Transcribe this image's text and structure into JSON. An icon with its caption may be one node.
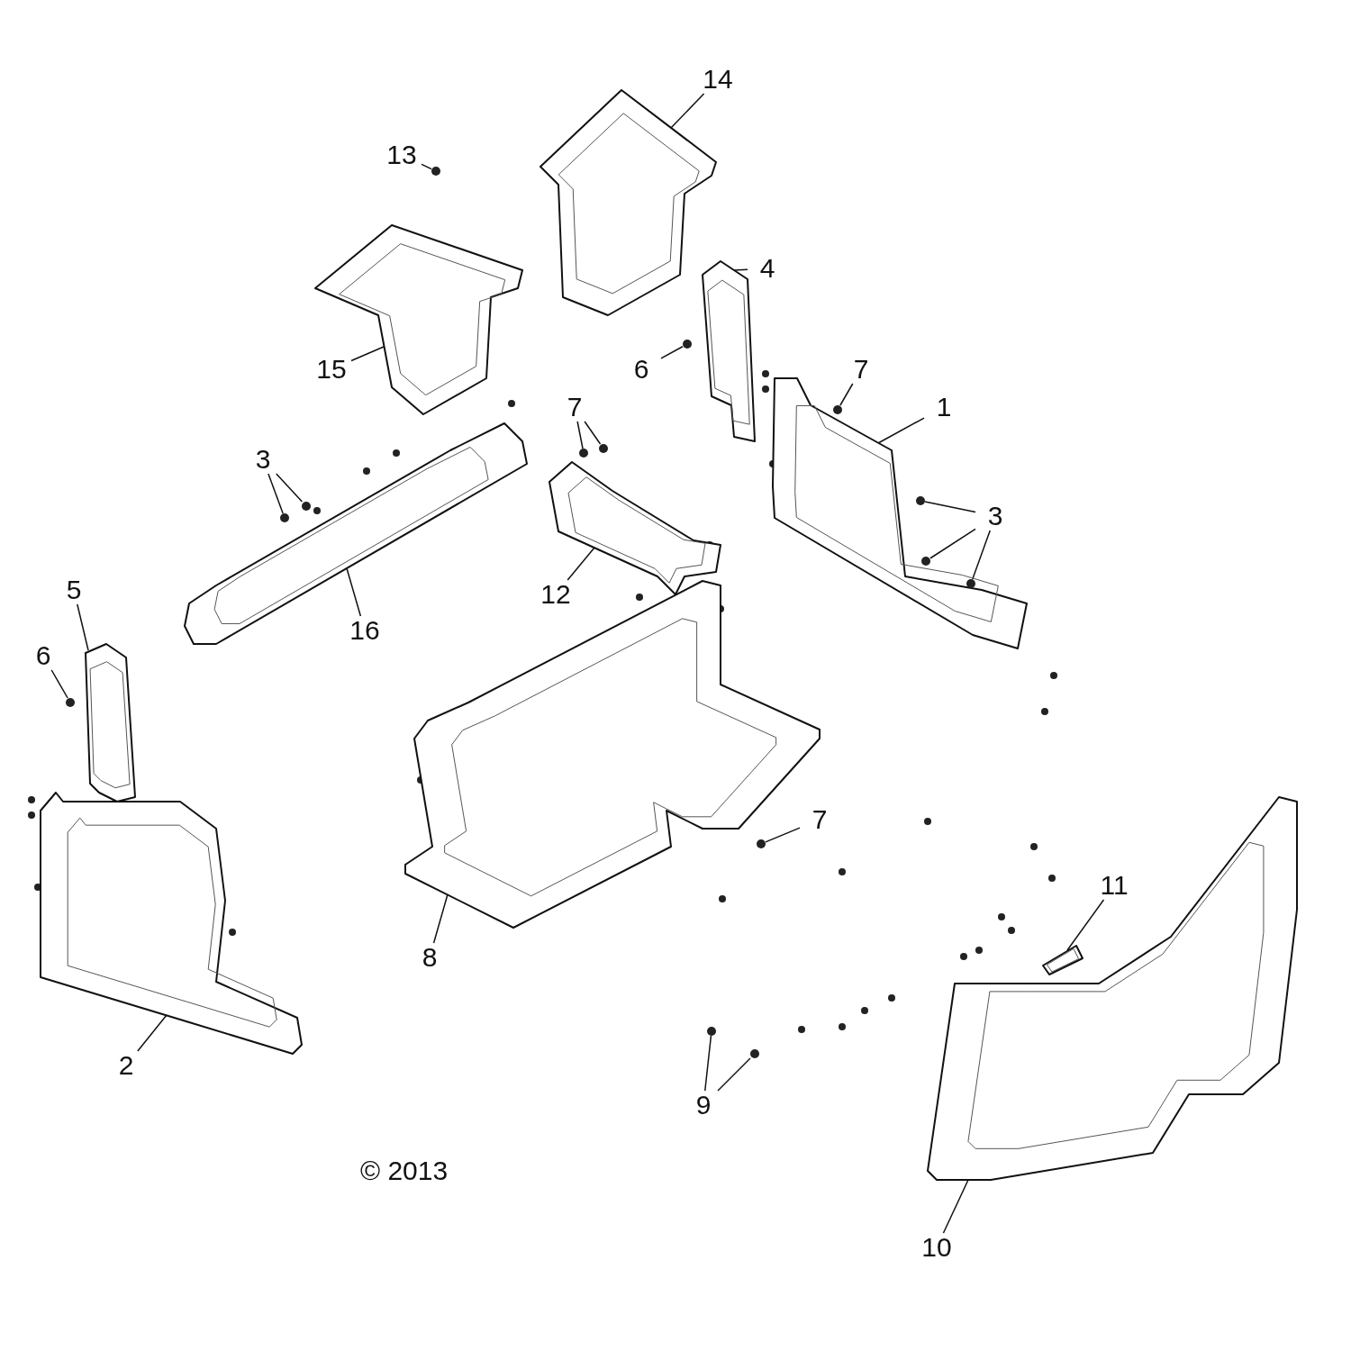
{
  "diagram": {
    "nodes": [
      {
        "text": [
          "14"
        ]
      },
      {
        "text": [],
        "shape": "picture"
      },
      {
        "text": [
          "13"
        ]
      },
      {
        "text": [],
        "shape": "circle"
      },
      {
        "text": [
          "15"
        ]
      },
      {
        "text": [],
        "shape": "picture"
      },
      {
        "text": [
          "4"
        ]
      },
      {
        "text": [],
        "shape": "picture"
      },
      {
        "text": [
          "6"
        ]
      },
      {
        "text": [],
        "shape": "circle"
      },
      {
        "text": [
          "7"
        ]
      },
      {
        "text": [],
        "shape": "circle"
      },
      {
        "text": [
          "1"
        ]
      },
      {
        "text": [],
        "shape": "picture"
      },
      {
        "text": [
          "7"
        ]
      },
      {
        "text": [],
        "shape": "circle"
      },
      {
        "text": [],
        "shape": "circle"
      },
      {
        "text": [
          "3"
        ]
      },
      {
        "text": [],
        "shape": "circle"
      },
      {
        "text": [],
        "shape": "circle"
      },
      {
        "text": [
          "3"
        ]
      },
      {
        "text": [],
        "shape": "circle"
      },
      {
        "text": [],
        "shape": "circle"
      },
      {
        "text": [],
        "shape": "circle"
      },
      {
        "text": [
          "12"
        ]
      },
      {
        "text": [],
        "shape": "picture"
      },
      {
        "text": [
          "16"
        ]
      },
      {
        "text": [],
        "shape": "picture"
      },
      {
        "text": [
          "5"
        ]
      },
      {
        "text": [],
        "shape": "picture"
      },
      {
        "text": [
          "6"
        ]
      },
      {
        "text": [],
        "shape": "circle"
      },
      {
        "text": [
          "7"
        ]
      },
      {
        "text": [],
        "shape": "circle"
      },
      {
        "text": [
          "11"
        ]
      },
      {
        "text": [],
        "shape": "picture"
      },
      {
        "text": [
          "8"
        ]
      },
      {
        "text": [],
        "shape": "picture"
      },
      {
        "text": [
          "2"
        ]
      },
      {
        "text": [],
        "shape": "picture"
      },
      {
        "text": [
          "9"
        ]
      },
      {
        "text": [],
        "shape": "circle"
      },
      {
        "text": [],
        "shape": "circle"
      },
      {
        "text": [
          "10"
        ]
      },
      {
        "text": [],
        "shape": "picture"
      }
    ],
    "edges": [
      {
        "from": 0,
        "to": 1,
        "arrow": "none"
      },
      {
        "from": 2,
        "to": 3,
        "arrow": "none"
      },
      {
        "from": 4,
        "to": 5,
        "arrow": "none"
      },
      {
        "from": 6,
        "to": 7,
        "arrow": "none"
      },
      {
        "from": 8,
        "to": 9,
        "arrow": "none"
      },
      {
        "from": 10,
        "to": 11,
        "arrow": "none"
      },
      {
        "from": 12,
        "to": 13,
        "arrow": "none"
      },
      {
        "from": 14,
        "to": 15,
        "arrow": "none"
      },
      {
        "from": 14,
        "to": 16,
        "arrow": "none"
      },
      {
        "from": 17,
        "to": 18,
        "arrow": "none"
      },
      {
        "from": 17,
        "to": 19,
        "arrow": "none"
      },
      {
        "from": 20,
        "to": 21,
        "arrow": "none"
      },
      {
        "from": 20,
        "to": 22,
        "arrow": "none"
      },
      {
        "from": 20,
        "to": 23,
        "arrow": "none"
      },
      {
        "from": 24,
        "to": 25,
        "arrow": "none"
      },
      {
        "from": 26,
        "to": 27,
        "arrow": "none"
      },
      {
        "from": 28,
        "to": 29,
        "arrow": "none"
      },
      {
        "from": 30,
        "to": 31,
        "arrow": "none"
      },
      {
        "from": 32,
        "to": 33,
        "arrow": "none"
      },
      {
        "from": 34,
        "to": 35,
        "arrow": "none"
      },
      {
        "from": 36,
        "to": 37,
        "arrow": "none"
      },
      {
        "from": 38,
        "to": 39,
        "arrow": "none"
      },
      {
        "from": 40,
        "to": 41,
        "arrow": "none"
      },
      {
        "from": 40,
        "to": 42,
        "arrow": "none"
      },
      {
        "from": 43,
        "to": 44,
        "arrow": "none"
      }
    ],
    "labels": [
      "© 2013"
    ]
  }
}
